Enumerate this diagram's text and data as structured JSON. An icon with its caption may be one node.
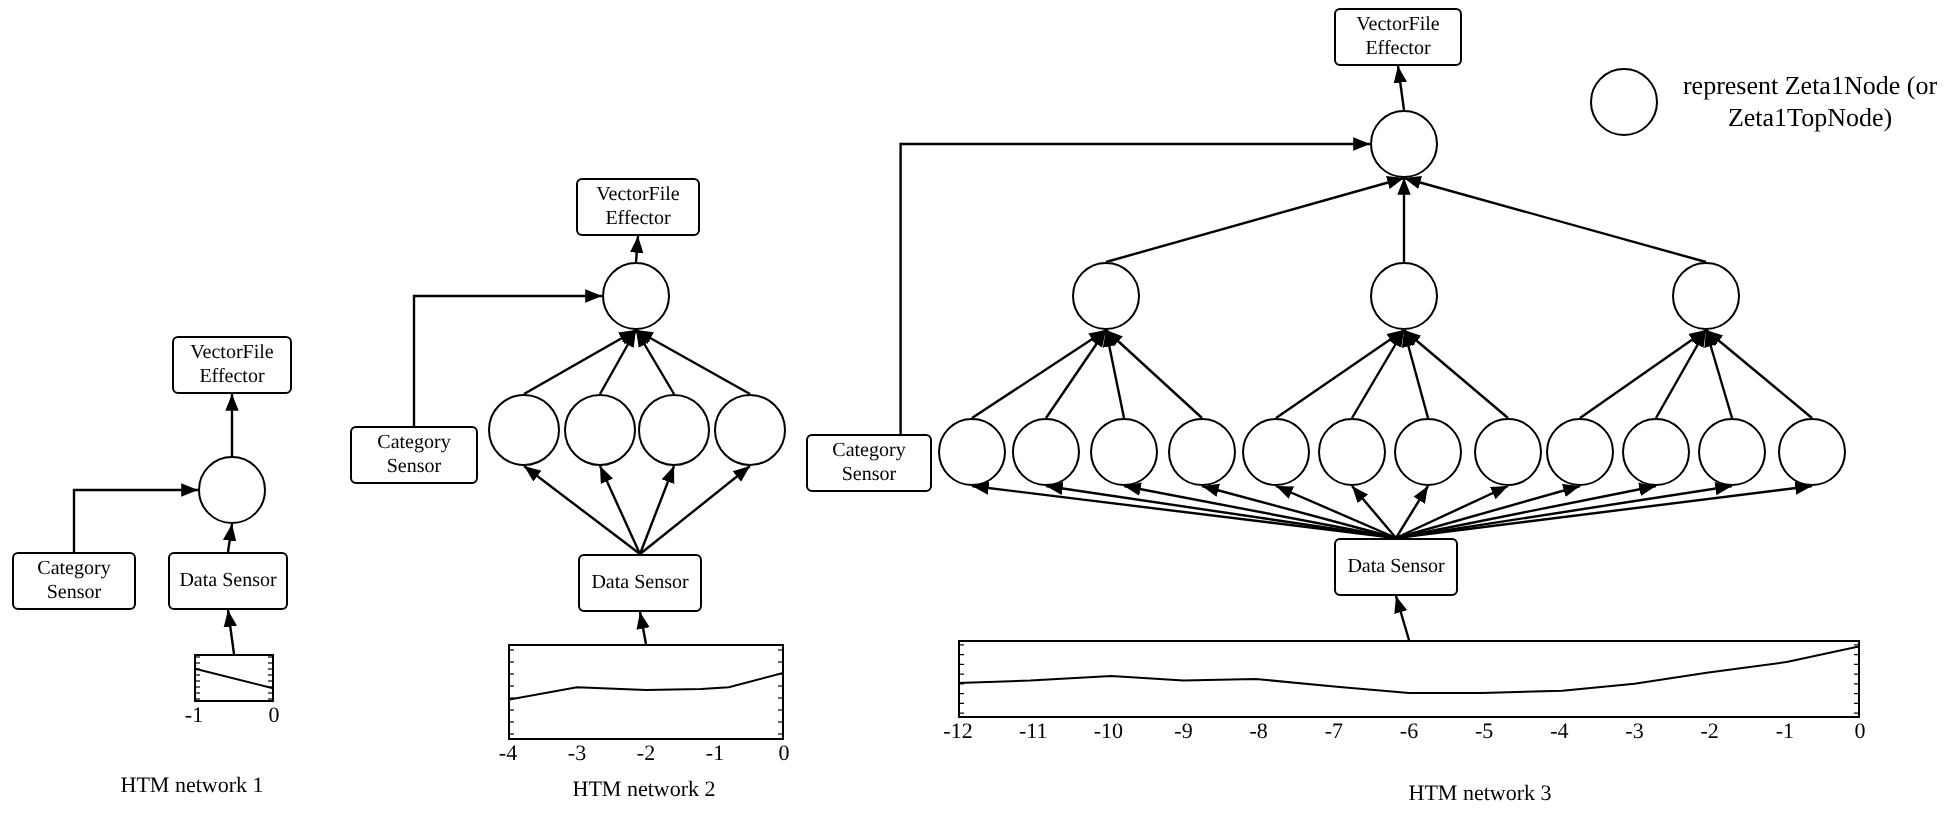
{
  "diagram": {
    "nodes": [
      {
        "text": [
          "VectorFile Effector"
        ]
      },
      {
        "text": [],
        "shape": "circle"
      },
      {
        "text": [
          "Category Sensor"
        ]
      },
      {
        "text": [
          "Data Sensor"
        ]
      },
      {
        "text": [],
        "shape": "picture",
        "beside": [
          "-1",
          "0"
        ]
      },
      {
        "text": [
          "VectorFile Effector"
        ]
      },
      {
        "text": [],
        "shape": "circle"
      },
      {
        "text": [
          "Category Sensor"
        ]
      },
      {
        "text": [],
        "shape": "circle"
      },
      {
        "text": [],
        "shape": "circle"
      },
      {
        "text": [],
        "shape": "circle"
      },
      {
        "text": [],
        "shape": "circle"
      },
      {
        "text": [
          "Data Sensor"
        ]
      },
      {
        "text": [],
        "shape": "picture",
        "beside": [
          "-4",
          "-3",
          "-2",
          "-1",
          "0"
        ]
      },
      {
        "text": [
          "VectorFile Effector"
        ]
      },
      {
        "text": [],
        "shape": "circle"
      },
      {
        "text": [],
        "shape": "circle"
      },
      {
        "text": [],
        "shape": "circle"
      },
      {
        "text": [],
        "shape": "circle"
      },
      {
        "text": [
          "Category Sensor"
        ]
      },
      {
        "text": [],
        "shape": "circle"
      },
      {
        "text": [],
        "shape": "circle"
      },
      {
        "text": [],
        "shape": "circle"
      },
      {
        "text": [],
        "shape": "circle"
      },
      {
        "text": [],
        "shape": "circle"
      },
      {
        "text": [],
        "shape": "circle"
      },
      {
        "text": [],
        "shape": "circle"
      },
      {
        "text": [],
        "shape": "circle"
      },
      {
        "text": [],
        "shape": "circle"
      },
      {
        "text": [],
        "shape": "circle"
      },
      {
        "text": [],
        "shape": "circle"
      },
      {
        "text": [],
        "shape": "circle"
      },
      {
        "text": [
          "Data Sensor"
        ]
      },
      {
        "text": [],
        "shape": "picture",
        "beside": [
          "-12",
          "-11",
          "-10",
          "-9",
          "-8",
          "-7",
          "-6",
          "-5",
          "-4",
          "-3",
          "-2",
          "-1",
          "0"
        ]
      }
    ],
    "edges": [
      {
        "from": 1,
        "to": 0,
        "arrow": "to"
      },
      {
        "from": 2,
        "to": 1,
        "arrow": "to"
      },
      {
        "from": 3,
        "to": 1,
        "arrow": "to"
      },
      {
        "from": 4,
        "to": 3,
        "arrow": "to"
      },
      {
        "from": 6,
        "to": 5,
        "arrow": "to"
      },
      {
        "from": 7,
        "to": 6,
        "arrow": "to"
      },
      {
        "from": 8,
        "to": 6,
        "arrow": "to"
      },
      {
        "from": 9,
        "to": 6,
        "arrow": "to"
      },
      {
        "from": 10,
        "to": 6,
        "arrow": "to"
      },
      {
        "from": 11,
        "to": 6,
        "arrow": "to"
      },
      {
        "from": 12,
        "to": 8,
        "arrow": "to"
      },
      {
        "from": 12,
        "to": 9,
        "arrow": "to"
      },
      {
        "from": 12,
        "to": 10,
        "arrow": "to"
      },
      {
        "from": 12,
        "to": 11,
        "arrow": "to"
      },
      {
        "from": 13,
        "to": 12,
        "arrow": "to"
      },
      {
        "from": 15,
        "to": 14,
        "arrow": "to"
      },
      {
        "from": 19,
        "to": 15,
        "arrow": "to"
      },
      {
        "from": 16,
        "to": 15,
        "arrow": "to"
      },
      {
        "from": 17,
        "to": 15,
        "arrow": "to"
      },
      {
        "from": 18,
        "to": 15,
        "arrow": "to"
      },
      {
        "from": 20,
        "to": 16,
        "arrow": "to"
      },
      {
        "from": 21,
        "to": 16,
        "arrow": "to"
      },
      {
        "from": 22,
        "to": 16,
        "arrow": "to"
      },
      {
        "from": 23,
        "to": 16,
        "arrow": "to"
      },
      {
        "from": 24,
        "to": 17,
        "arrow": "to"
      },
      {
        "from": 25,
        "to": 17,
        "arrow": "to"
      },
      {
        "from": 26,
        "to": 17,
        "arrow": "to"
      },
      {
        "from": 27,
        "to": 17,
        "arrow": "to"
      },
      {
        "from": 28,
        "to": 18,
        "arrow": "to"
      },
      {
        "from": 29,
        "to": 18,
        "arrow": "to"
      },
      {
        "from": 30,
        "to": 18,
        "arrow": "to"
      },
      {
        "from": 31,
        "to": 18,
        "arrow": "to"
      },
      {
        "from": 32,
        "to": 20,
        "arrow": "to"
      },
      {
        "from": 32,
        "to": 21,
        "arrow": "to"
      },
      {
        "from": 32,
        "to": 22,
        "arrow": "to"
      },
      {
        "from": 32,
        "to": 23,
        "arrow": "to"
      },
      {
        "from": 32,
        "to": 24,
        "arrow": "to"
      },
      {
        "from": 32,
        "to": 25,
        "arrow": "to"
      },
      {
        "from": 32,
        "to": 26,
        "arrow": "to"
      },
      {
        "from": 32,
        "to": 27,
        "arrow": "to"
      },
      {
        "from": 32,
        "to": 28,
        "arrow": "to"
      },
      {
        "from": 32,
        "to": 29,
        "arrow": "to"
      },
      {
        "from": 32,
        "to": 30,
        "arrow": "to"
      },
      {
        "from": 32,
        "to": 31,
        "arrow": "to"
      },
      {
        "from": 33,
        "to": 32,
        "arrow": "to"
      }
    ],
    "labels": [
      "HTM network 1",
      "HTM network 2",
      "HTM network 3"
    ],
    "legend": [
      {
        "text": "represent Zeta1Node (or Zeta1TopNode)"
      }
    ]
  }
}
